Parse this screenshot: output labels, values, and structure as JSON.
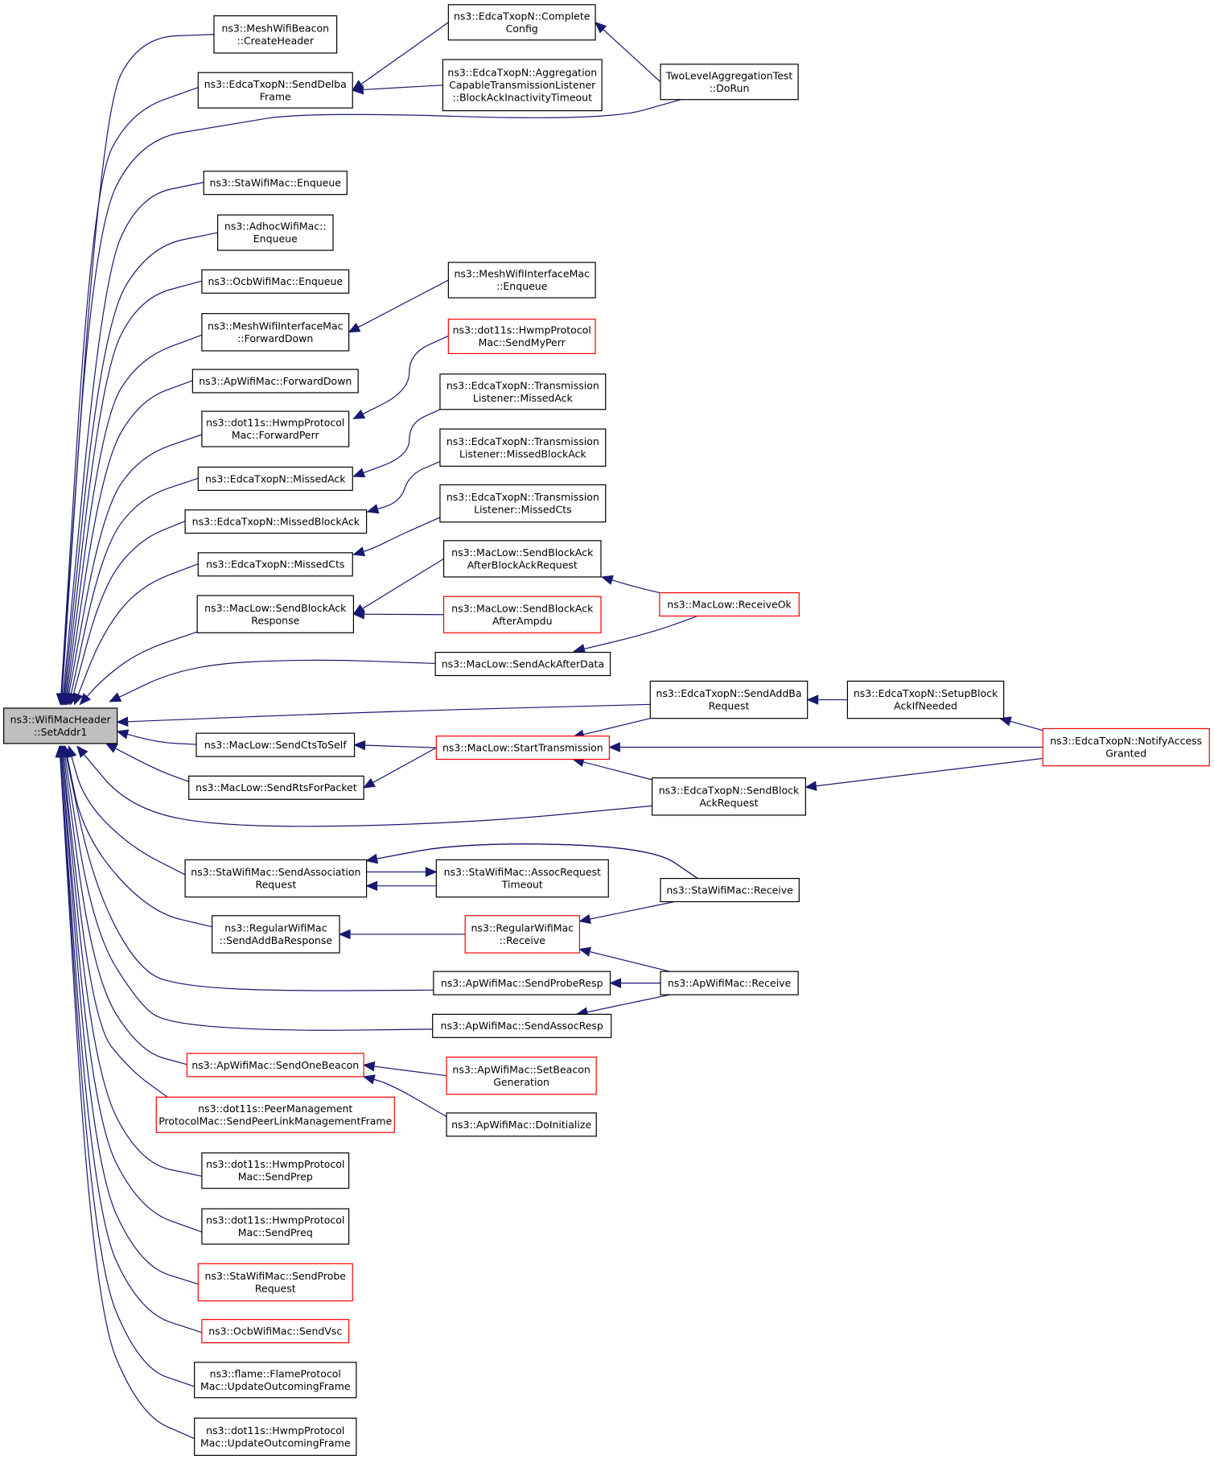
{
  "colors": {
    "edge": "#191970",
    "node_border": "#000000",
    "truncated_border": "#ff0000",
    "root_fill": "#bfbfbf",
    "node_fill": "#ffffff"
  },
  "nodes": [
    {
      "id": "root",
      "lines": [
        "ns3::WifiMacHeader",
        "::SetAddr1"
      ],
      "style": "root"
    },
    {
      "id": "n1",
      "lines": [
        "ns3::MeshWifiBeacon",
        "::CreateHeader"
      ],
      "style": "normal"
    },
    {
      "id": "n2",
      "lines": [
        "ns3::EdcaTxopN::SendDelba",
        "Frame"
      ],
      "style": "normal"
    },
    {
      "id": "n3",
      "lines": [
        "ns3::StaWifiMac::Enqueue"
      ],
      "style": "normal"
    },
    {
      "id": "n4",
      "lines": [
        "ns3::AdhocWifiMac::",
        "Enqueue"
      ],
      "style": "normal"
    },
    {
      "id": "n5",
      "lines": [
        "ns3::OcbWifiMac::Enqueue"
      ],
      "style": "normal"
    },
    {
      "id": "n6",
      "lines": [
        "ns3::MeshWifiInterfaceMac",
        "::ForwardDown"
      ],
      "style": "normal"
    },
    {
      "id": "n7",
      "lines": [
        "ns3::ApWifiMac::ForwardDown"
      ],
      "style": "normal"
    },
    {
      "id": "n8",
      "lines": [
        "ns3::dot11s::HwmpProtocol",
        "Mac::ForwardPerr"
      ],
      "style": "normal"
    },
    {
      "id": "n9",
      "lines": [
        "ns3::EdcaTxopN::MissedAck"
      ],
      "style": "normal"
    },
    {
      "id": "n10",
      "lines": [
        "ns3::EdcaTxopN::MissedBlockAck"
      ],
      "style": "normal"
    },
    {
      "id": "n11",
      "lines": [
        "ns3::EdcaTxopN::MissedCts"
      ],
      "style": "normal"
    },
    {
      "id": "n12",
      "lines": [
        "ns3::MacLow::SendBlockAck",
        "Response"
      ],
      "style": "normal"
    },
    {
      "id": "n13",
      "lines": [
        "ns3::MacLow::SendCtsToSelf"
      ],
      "style": "normal"
    },
    {
      "id": "n14",
      "lines": [
        "ns3::MacLow::SendRtsForPacket"
      ],
      "style": "normal"
    },
    {
      "id": "n15",
      "lines": [
        "ns3::StaWifiMac::SendAssociation",
        "Request"
      ],
      "style": "normal"
    },
    {
      "id": "n16",
      "lines": [
        "ns3::RegularWifiMac",
        "::SendAddBaResponse"
      ],
      "style": "normal"
    },
    {
      "id": "n17",
      "lines": [
        "ns3::ApWifiMac::SendOneBeacon"
      ],
      "style": "truncated"
    },
    {
      "id": "n18",
      "lines": [
        "ns3::dot11s::PeerManagement",
        "ProtocolMac::SendPeerLinkManagementFrame"
      ],
      "style": "truncated"
    },
    {
      "id": "n19",
      "lines": [
        "ns3::dot11s::HwmpProtocol",
        "Mac::SendPrep"
      ],
      "style": "normal"
    },
    {
      "id": "n20",
      "lines": [
        "ns3::dot11s::HwmpProtocol",
        "Mac::SendPreq"
      ],
      "style": "normal"
    },
    {
      "id": "n21",
      "lines": [
        "ns3::StaWifiMac::SendProbe",
        "Request"
      ],
      "style": "truncated"
    },
    {
      "id": "n22",
      "lines": [
        "ns3::OcbWifiMac::SendVsc"
      ],
      "style": "truncated"
    },
    {
      "id": "n23",
      "lines": [
        "ns3::flame::FlameProtocol",
        "Mac::UpdateOutcomingFrame"
      ],
      "style": "normal"
    },
    {
      "id": "n24",
      "lines": [
        "ns3::dot11s::HwmpProtocol",
        "Mac::UpdateOutcomingFrame"
      ],
      "style": "normal"
    },
    {
      "id": "m1",
      "lines": [
        "ns3::EdcaTxopN::Complete",
        "Config"
      ],
      "style": "normal"
    },
    {
      "id": "m2",
      "lines": [
        "ns3::EdcaTxopN::Aggregation",
        "CapableTransmissionListener",
        "::BlockAckInactivityTimeout"
      ],
      "style": "normal"
    },
    {
      "id": "m3",
      "lines": [
        "ns3::MeshWifiInterfaceMac",
        "::Enqueue"
      ],
      "style": "normal"
    },
    {
      "id": "m4",
      "lines": [
        "ns3::dot11s::HwmpProtocol",
        "Mac::SendMyPerr"
      ],
      "style": "truncated"
    },
    {
      "id": "m5",
      "lines": [
        "ns3::EdcaTxopN::Transmission",
        "Listener::MissedAck"
      ],
      "style": "normal"
    },
    {
      "id": "m6",
      "lines": [
        "ns3::EdcaTxopN::Transmission",
        "Listener::MissedBlockAck"
      ],
      "style": "normal"
    },
    {
      "id": "m7",
      "lines": [
        "ns3::EdcaTxopN::Transmission",
        "Listener::MissedCts"
      ],
      "style": "normal"
    },
    {
      "id": "m8",
      "lines": [
        "ns3::MacLow::SendBlockAck",
        "AfterBlockAckRequest"
      ],
      "style": "normal"
    },
    {
      "id": "m9",
      "lines": [
        "ns3::MacLow::SendBlockAck",
        "AfterAmpdu"
      ],
      "style": "truncated"
    },
    {
      "id": "m10",
      "lines": [
        "ns3::MacLow::SendAckAfterData"
      ],
      "style": "normal"
    },
    {
      "id": "m11",
      "lines": [
        "ns3::MacLow::StartTransmission"
      ],
      "style": "truncated"
    },
    {
      "id": "m12",
      "lines": [
        "ns3::StaWifiMac::AssocRequest",
        "Timeout"
      ],
      "style": "normal"
    },
    {
      "id": "m13",
      "lines": [
        "ns3::RegularWifiMac",
        "::Receive"
      ],
      "style": "truncated"
    },
    {
      "id": "m14",
      "lines": [
        "ns3::ApWifiMac::SendProbeResp"
      ],
      "style": "normal"
    },
    {
      "id": "m15",
      "lines": [
        "ns3::ApWifiMac::SendAssocResp"
      ],
      "style": "normal"
    },
    {
      "id": "m16",
      "lines": [
        "ns3::ApWifiMac::SetBeacon",
        "Generation"
      ],
      "style": "truncated"
    },
    {
      "id": "m17",
      "lines": [
        "ns3::ApWifiMac::DoInitialize"
      ],
      "style": "normal"
    },
    {
      "id": "r1",
      "lines": [
        "TwoLevelAggregationTest",
        "::DoRun"
      ],
      "style": "normal"
    },
    {
      "id": "r2",
      "lines": [
        "ns3::MacLow::ReceiveOk"
      ],
      "style": "truncated"
    },
    {
      "id": "r3",
      "lines": [
        "ns3::EdcaTxopN::SendAddBa",
        "Request"
      ],
      "style": "normal"
    },
    {
      "id": "r4",
      "lines": [
        "ns3::EdcaTxopN::SendBlock",
        "AckRequest"
      ],
      "style": "normal"
    },
    {
      "id": "r5",
      "lines": [
        "ns3::StaWifiMac::Receive"
      ],
      "style": "normal"
    },
    {
      "id": "r6",
      "lines": [
        "ns3::ApWifiMac::Receive"
      ],
      "style": "normal"
    },
    {
      "id": "s1",
      "lines": [
        "ns3::EdcaTxopN::SetupBlock",
        "AckIfNeeded"
      ],
      "style": "normal"
    },
    {
      "id": "t1",
      "lines": [
        "ns3::EdcaTxopN::NotifyAccess",
        "Granted"
      ],
      "style": "truncated"
    }
  ],
  "edges": [
    {
      "from": "n1",
      "to": "root"
    },
    {
      "from": "n2",
      "to": "root"
    },
    {
      "from": "r1",
      "to": "root"
    },
    {
      "from": "n3",
      "to": "root"
    },
    {
      "from": "n4",
      "to": "root"
    },
    {
      "from": "n5",
      "to": "root"
    },
    {
      "from": "n6",
      "to": "root"
    },
    {
      "from": "n7",
      "to": "root"
    },
    {
      "from": "n8",
      "to": "root"
    },
    {
      "from": "n9",
      "to": "root"
    },
    {
      "from": "n10",
      "to": "root"
    },
    {
      "from": "n11",
      "to": "root"
    },
    {
      "from": "n12",
      "to": "root"
    },
    {
      "from": "m10",
      "to": "root"
    },
    {
      "from": "r3",
      "to": "root"
    },
    {
      "from": "n13",
      "to": "root"
    },
    {
      "from": "n14",
      "to": "root"
    },
    {
      "from": "r4",
      "to": "root"
    },
    {
      "from": "n15",
      "to": "root"
    },
    {
      "from": "n16",
      "to": "root"
    },
    {
      "from": "m14",
      "to": "root"
    },
    {
      "from": "m15",
      "to": "root"
    },
    {
      "from": "n17",
      "to": "root"
    },
    {
      "from": "n18",
      "to": "root"
    },
    {
      "from": "n19",
      "to": "root"
    },
    {
      "from": "n20",
      "to": "root"
    },
    {
      "from": "n21",
      "to": "root"
    },
    {
      "from": "n22",
      "to": "root"
    },
    {
      "from": "n23",
      "to": "root"
    },
    {
      "from": "n24",
      "to": "root"
    },
    {
      "from": "m1",
      "to": "n2"
    },
    {
      "from": "m2",
      "to": "n2"
    },
    {
      "from": "r1",
      "to": "m1"
    },
    {
      "from": "m3",
      "to": "n6"
    },
    {
      "from": "m4",
      "to": "n8"
    },
    {
      "from": "m5",
      "to": "n9"
    },
    {
      "from": "m6",
      "to": "n10"
    },
    {
      "from": "m7",
      "to": "n11"
    },
    {
      "from": "m8",
      "to": "n12"
    },
    {
      "from": "m9",
      "to": "n12"
    },
    {
      "from": "r2",
      "to": "m8"
    },
    {
      "from": "r2",
      "to": "m10"
    },
    {
      "from": "m11",
      "to": "n13"
    },
    {
      "from": "m11",
      "to": "n14"
    },
    {
      "from": "r3",
      "to": "m11"
    },
    {
      "from": "r4",
      "to": "m11"
    },
    {
      "from": "t1",
      "to": "m11"
    },
    {
      "from": "s1",
      "to": "r3"
    },
    {
      "from": "t1",
      "to": "s1"
    },
    {
      "from": "t1",
      "to": "r4"
    },
    {
      "from": "m12",
      "to": "n15",
      "kind": "upper"
    },
    {
      "from": "n15",
      "to": "m12",
      "kind": "self"
    },
    {
      "from": "r5",
      "to": "n15"
    },
    {
      "from": "m13",
      "to": "n16"
    },
    {
      "from": "r5",
      "to": "m13"
    },
    {
      "from": "r6",
      "to": "m13"
    },
    {
      "from": "r6",
      "to": "m14"
    },
    {
      "from": "r6",
      "to": "m15"
    },
    {
      "from": "m16",
      "to": "n17"
    },
    {
      "from": "m17",
      "to": "n17"
    }
  ]
}
